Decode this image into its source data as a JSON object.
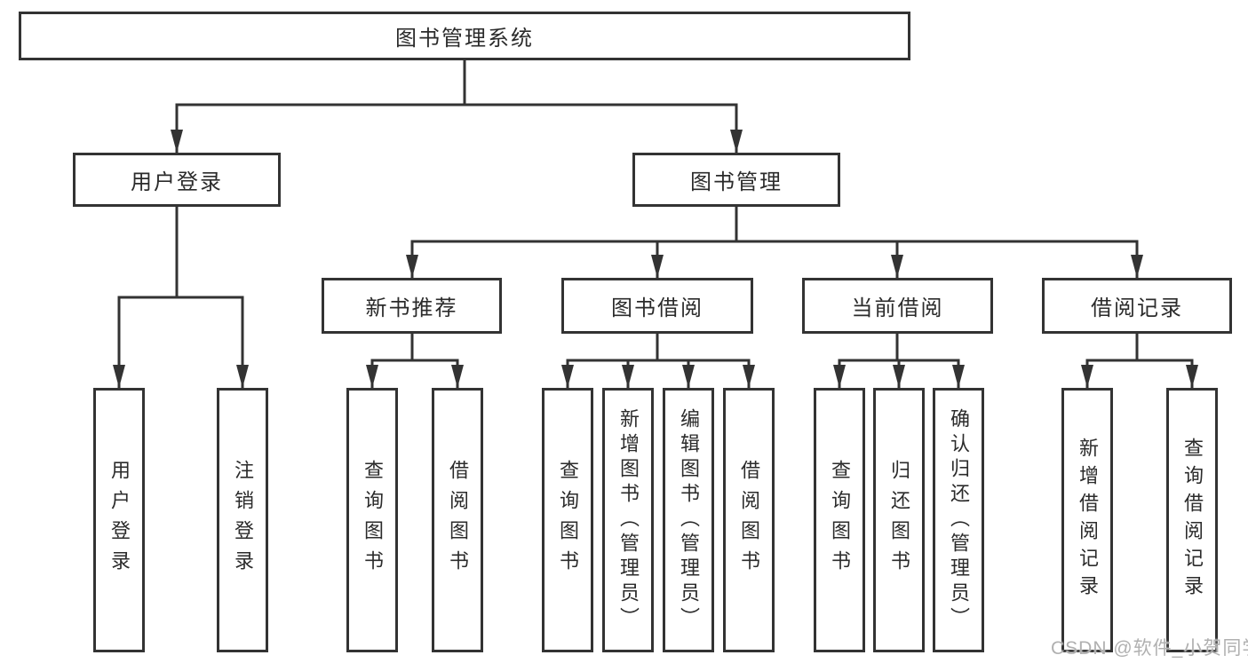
{
  "diagram": {
    "type": "tree",
    "background": "#ffffff",
    "line_color": "#333333",
    "text_color": "#2b2b2b",
    "nodes": {
      "root": {
        "label": "图书管理系统",
        "level": 1
      },
      "user_login": {
        "label": "用户登录",
        "level": 2
      },
      "book_mgmt": {
        "label": "图书管理",
        "level": 2
      },
      "new_book_rec": {
        "label": "新书推荐",
        "level": 3
      },
      "book_borrow": {
        "label": "图书借阅",
        "level": 3
      },
      "current_borrow": {
        "label": "当前借阅",
        "level": 3
      },
      "borrow_records": {
        "label": "借阅记录",
        "level": 3
      },
      "ul_login": {
        "label": "用户登录",
        "level": 4
      },
      "ul_logout": {
        "label": "注销登录",
        "level": 4
      },
      "nbr_query": {
        "label": "查询图书",
        "level": 4
      },
      "nbr_borrow": {
        "label": "借阅图书",
        "level": 4
      },
      "bb_query": {
        "label": "查询图书",
        "level": 4
      },
      "bb_add": {
        "label": "新增图书（管理员）",
        "level": 4
      },
      "bb_edit": {
        "label": "编辑图书（管理员）",
        "level": 4
      },
      "bb_borrow": {
        "label": "借阅图书",
        "level": 4
      },
      "cb_query": {
        "label": "查询图书",
        "level": 4
      },
      "cb_return": {
        "label": "归还图书",
        "level": 4
      },
      "cb_confirm": {
        "label": "确认归还（管理员）",
        "level": 4
      },
      "br_add": {
        "label": "新增借阅记录",
        "level": 4
      },
      "br_query": {
        "label": "查询借阅记录",
        "level": 4
      }
    },
    "edges": [
      [
        "root",
        "user_login"
      ],
      [
        "root",
        "book_mgmt"
      ],
      [
        "user_login",
        "ul_login"
      ],
      [
        "user_login",
        "ul_logout"
      ],
      [
        "book_mgmt",
        "new_book_rec"
      ],
      [
        "book_mgmt",
        "book_borrow"
      ],
      [
        "book_mgmt",
        "current_borrow"
      ],
      [
        "book_mgmt",
        "borrow_records"
      ],
      [
        "new_book_rec",
        "nbr_query"
      ],
      [
        "new_book_rec",
        "nbr_borrow"
      ],
      [
        "book_borrow",
        "bb_query"
      ],
      [
        "book_borrow",
        "bb_add"
      ],
      [
        "book_borrow",
        "bb_edit"
      ],
      [
        "book_borrow",
        "bb_borrow"
      ],
      [
        "current_borrow",
        "cb_query"
      ],
      [
        "current_borrow",
        "cb_return"
      ],
      [
        "current_borrow",
        "cb_confirm"
      ],
      [
        "borrow_records",
        "br_add"
      ],
      [
        "borrow_records",
        "br_query"
      ]
    ],
    "watermark": {
      "text": "CSDN @软件_小贺同学",
      "color": "#b0b0b0"
    }
  }
}
